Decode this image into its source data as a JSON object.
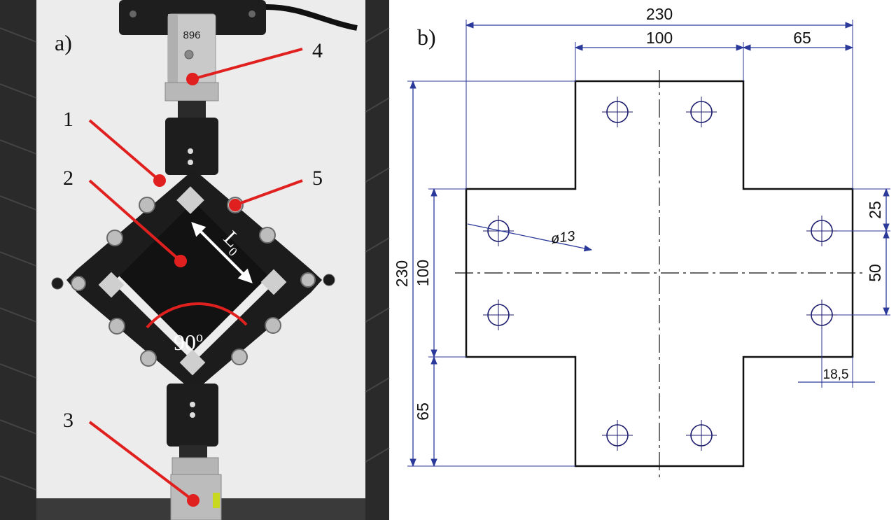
{
  "panel_a": {
    "label": "a)",
    "callouts": [
      "1",
      "2",
      "3",
      "4",
      "5"
    ],
    "length_label": "L",
    "length_subscript": "0",
    "angle_value": "90",
    "angle_unit": "o",
    "sample_marking": "896",
    "colors": {
      "callout": "#e0201f",
      "frame": "#1a1a1a",
      "backdrop": "#eeeeee",
      "arrow": "#ffffff"
    }
  },
  "panel_b": {
    "label": "b)",
    "dimensions": {
      "overall_width": "230",
      "center_width": "100",
      "arm_width": "65",
      "overall_height": "230",
      "center_height": "100",
      "arm_height": "65",
      "hole_offset": "25",
      "hole_spacing": "50",
      "hole_edge": "18,5",
      "hole_diameter": "ø13"
    },
    "colors": {
      "outline": "#111111",
      "dimension": "#2b3a9a",
      "hole": "#1c1c6e"
    }
  }
}
